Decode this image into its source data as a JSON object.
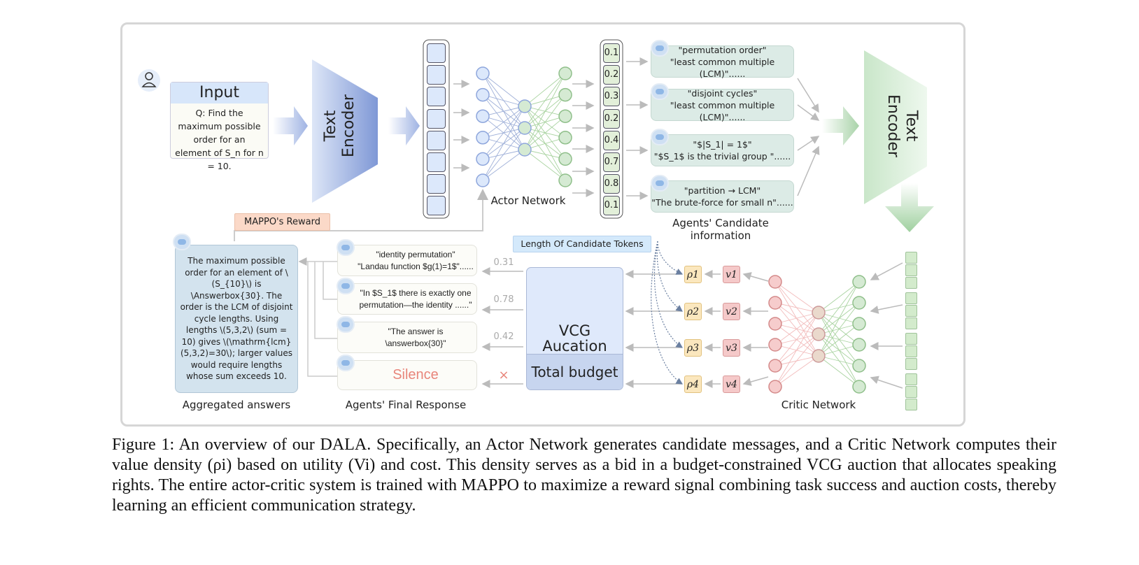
{
  "input": {
    "title": "Input",
    "question": "Q: Find the maximum possible order for an element of S_n for n = 10."
  },
  "left_encoder": {
    "label_line1": "Text",
    "label_line2": "Encoder"
  },
  "right_encoder": {
    "label_line1": "Text",
    "label_line2": "Encoder"
  },
  "actor_network": {
    "label": "Actor Network"
  },
  "actor_outputs": [
    "0.1",
    "0.2",
    "0.3",
    "0.2",
    "0.4",
    "0.7",
    "0.8",
    "0.1"
  ],
  "candidates": [
    {
      "line1": "\"permutation order\"",
      "line2": "\"least common multiple (LCM)\"......"
    },
    {
      "line1": "\"disjoint cycles\"",
      "line2": "\"least common multiple (LCM)\"......"
    },
    {
      "line1": "\"$|S_1| = 1$\"",
      "line2": "\"$S_1$ is the trivial group \"......"
    },
    {
      "line1": "\"partition → LCM\"",
      "line2": "\"The brute-force for small n\"......"
    }
  ],
  "candidates_label": "Agents' Candidate information",
  "length_tokens_label": "Length Of Candidate Tokens",
  "critic": {
    "label": "Critic Network",
    "rho": [
      "ρ1",
      "ρ2",
      "ρ3",
      "ρ4"
    ],
    "v": [
      "v1",
      "v2",
      "v3",
      "v4"
    ]
  },
  "auction": {
    "title_line1": "VCG",
    "title_line2": "Aucation",
    "budget": "Total budget",
    "icon": "gavel-icon"
  },
  "bids": [
    "0.31",
    "0.78",
    "0.42",
    "×"
  ],
  "responses": [
    {
      "line1": "\"identity permutation\"",
      "line2": "\"Landau function $g(1)=1$\"......"
    },
    {
      "line1": "\"In $S_1$ there is exactly one",
      "line2": "permutation—the identity ......\""
    },
    {
      "line1": "\"The answer is",
      "line2": "\\answerbox{30}\""
    },
    {
      "line1": "Silence",
      "line2": ""
    }
  ],
  "responses_label": "Agents' Final Response",
  "aggregated": {
    "text": "The maximum possible order for an element of \\(S_{10}\\) is \\Answerbox{30}. The order is the LCM of disjoint cycle lengths. Using lengths \\(5,3,2\\) (sum = 10) gives \\(\\mathrm{lcm}(5,3,2)=30\\); larger values would require lengths whose sum exceeds 10.",
    "label": "Aggregated answers"
  },
  "reward_label": "MAPPO's Reward",
  "caption": "Figure 1: An overview of our DALA. Specifically, an Actor Network generates candidate messages, and a Critic Network computes their value density (ρi) based on utility (Vi) and cost. This density serves as a bid in a budget-constrained VCG auction that allocates speaking rights. The entire actor-critic system is trained with MAPPO to maximize a reward signal combining task success and auction costs, thereby learning an efficient communication strategy.",
  "colors": {
    "blue": "#8ea6dc",
    "green": "#a9d3a9",
    "red": "#f2b5b5",
    "silence": "#e8857a",
    "reward": "#fbd9c8",
    "tokens": "#d4e9fb"
  }
}
